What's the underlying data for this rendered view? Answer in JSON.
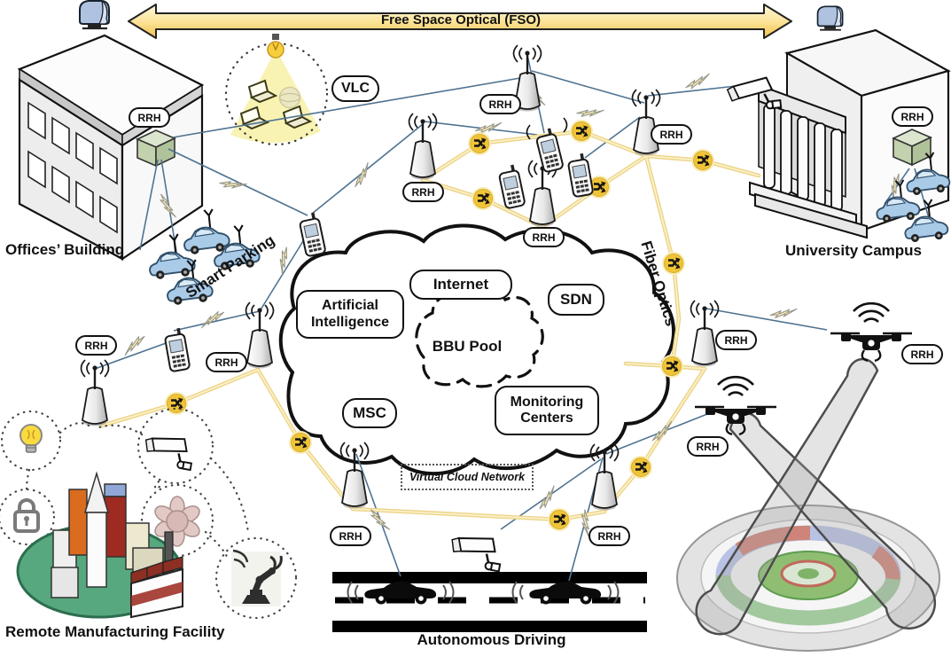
{
  "diagram": {
    "banner": {
      "fso": "Free Space Optical (FSO)"
    },
    "rrh": "RRH",
    "labels": {
      "vlc": "VLC",
      "smart_parking": "Smart Parking",
      "fiber_optics": "Fiber Optics",
      "offices_building": "Offices’ Building",
      "university_campus": "University Campus",
      "remote_manufacturing_facility": "Remote Manufacturing Facility",
      "autonomous_driving": "Autonomous Driving",
      "virtual_cloud_network": "Virtual Cloud Network"
    },
    "cloud": {
      "artificial_intelligence": "Artificial Intelligence",
      "internet": "Internet",
      "sdn": "SDN",
      "bbu_pool": "BBU Pool",
      "msc": "MSC",
      "monitoring_centers": "Monitoring Centers"
    },
    "icons": {
      "fso_link": "double-headed-arrow",
      "cell_tower": "antenna-cone",
      "fiber_splitter": "yellow-circle-crossed-arrows",
      "wireless_hop": "lightning-bolt",
      "cctv_camera": "surveillance-camera",
      "smartphone": "mobile-phone",
      "connected_car": "car-with-antenna",
      "autonomous_car": "black-car-radar-waves",
      "drone": "quadcopter-wifi",
      "vlc_light": "bulb-with-beam",
      "laptop": "laptop",
      "light_bulb": "bulb",
      "padlock": "lock",
      "smart_gear": "gear-flower",
      "robot_arm": "robotic-arm-wifi",
      "rrh_unit": "green-box",
      "fso_transceiver": "rooftop-optical-head",
      "stadium": "arena",
      "bbu_cloud": "dashed-cloud"
    },
    "colors": {
      "fso_arrow": "#F5CC55",
      "fiber": "#EDD489",
      "splitter": "#F0C437",
      "wireless": "#4F7391",
      "lightning": "#F6E9B5",
      "vlc_beam": "#F8F0A0",
      "car_body": "#A9CBE8",
      "rrh_device": "#C3D2AE",
      "factory_lawn": "#57A87E"
    }
  }
}
